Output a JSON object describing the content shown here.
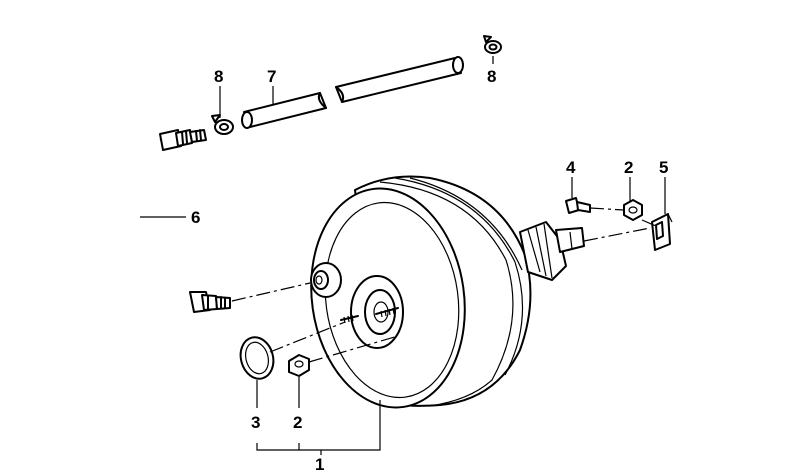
{
  "labels": {
    "part1": "1",
    "part2a": "2",
    "part2b": "2",
    "part3": "3",
    "part4": "4",
    "part5": "5",
    "part6": "6",
    "part7": "7",
    "part8a": "8",
    "part8b": "8"
  }
}
